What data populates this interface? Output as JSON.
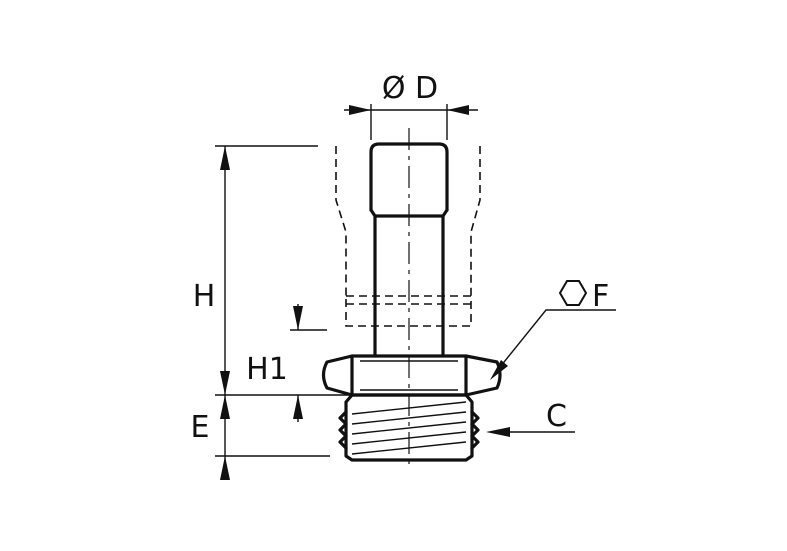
{
  "labels": {
    "diameter": "Ø D",
    "height": "H",
    "height1": "H1",
    "thread_length": "E",
    "hex_size": "F",
    "thread": "C"
  },
  "icons": {
    "hex": "hexagon-icon"
  }
}
